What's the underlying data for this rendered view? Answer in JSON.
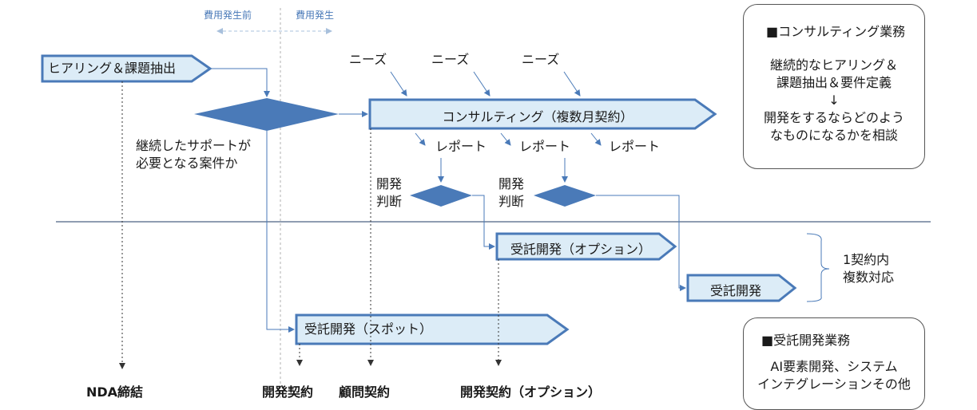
{
  "phase_labels": {
    "before": "費用発生前",
    "after": "費用発生"
  },
  "hearing_label": "ヒアリング＆課題抽出",
  "decision_label": "継続したサポートが\n必要となる案件か",
  "needs": [
    "ニーズ",
    "ニーズ",
    "ニーズ"
  ],
  "consulting_label": "コンサルティング（複数月契約）",
  "reports": [
    "レポート",
    "レポート",
    "レポート"
  ],
  "dev_judgement": [
    "開発\n判断",
    "開発\n判断"
  ],
  "contract_option_label": "受託開発（オプション）",
  "contract_dev_label": "受託開発",
  "contract_spot_label": "受託開発（スポット）",
  "brace_note": "1契約内\n複数対応",
  "milestones": {
    "nda": "NDA締結",
    "dev_contract": "開発契約",
    "advisory_contract": "顧問契約",
    "dev_contract_option": "開発契約（オプション）"
  },
  "consulting_box": {
    "title": "■コンサルティング業務",
    "body": "継続的なヒアリング＆\n課題抽出＆要件定義\n↓\n開発をするならどのよう\nなものになるかを相談"
  },
  "dev_box": {
    "title": "■受託開発業務",
    "body": "AI要素開発、システム\nインテグレーションその他"
  },
  "colors": {
    "accent": "#4a7ab8",
    "fill": "#dcecf7",
    "diamond": "#4a7ab8",
    "border": "#555555"
  }
}
